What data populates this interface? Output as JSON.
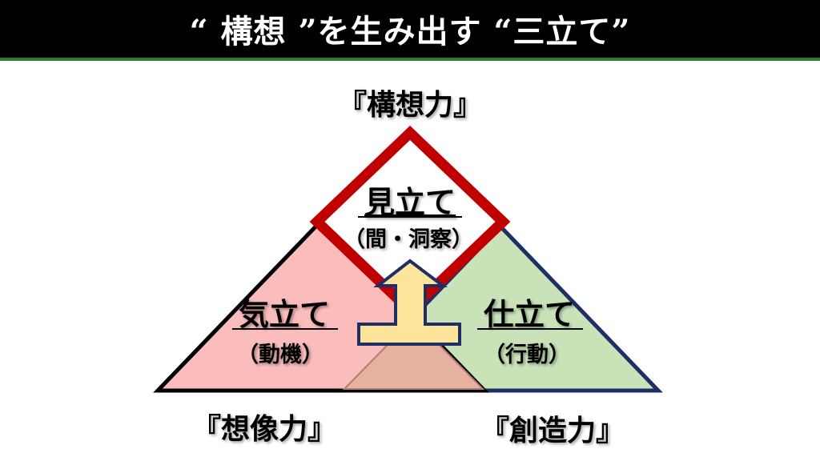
{
  "header": {
    "title": "“ 構想 ”を生み出す “三立て”"
  },
  "top_label": "『構想力』",
  "bottom_left_label": "『想像力』",
  "bottom_right_label": "『創造力』",
  "center": {
    "title": "見立て",
    "sub": "（間・洞察）"
  },
  "left": {
    "title": "気立て",
    "sub": "（動機）"
  },
  "right": {
    "title": "仕立て",
    "sub": "（行動）"
  },
  "colors": {
    "pink": "#fbbcbc",
    "green": "#c9e2b7",
    "overlap": "#e6b2a0",
    "diamond": "#c00000",
    "arrow_fill": "#fde49a",
    "navy": "#1f2f66",
    "header_line": "#2e7d32"
  }
}
